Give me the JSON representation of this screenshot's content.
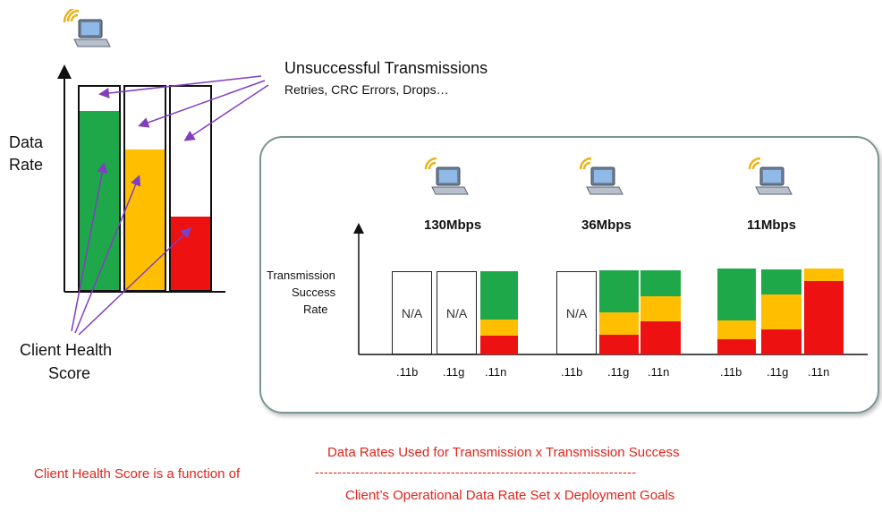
{
  "colors": {
    "green": "#1fa84a",
    "amber": "#ffbf00",
    "red": "#ee1111",
    "annot": "#7f3fbf",
    "text_red": "#e0241b"
  },
  "icons": {
    "laptop": "wireless-laptop-icon"
  },
  "left_chart": {
    "y_label_line1": "Data",
    "y_label_line2": "Rate",
    "bars": [
      {
        "color": "green",
        "fill": 0.88
      },
      {
        "color": "amber",
        "fill": 0.65
      },
      {
        "color": "red",
        "fill": 0.35
      }
    ]
  },
  "unsuccessful": {
    "title": "Unsuccessful Transmissions",
    "subtitle": "Retries, CRC Errors, Drops…"
  },
  "client_health": {
    "line1": "Client Health",
    "line2": "Score"
  },
  "panel": {
    "y_label_line1": "Transmission",
    "y_label_line2": "Success",
    "y_label_line3": "Rate",
    "groups": [
      {
        "rate": "130Mbps",
        "bars": [
          {
            "label": ".11b",
            "na": "N/A"
          },
          {
            "label": ".11g",
            "na": "N/A"
          },
          {
            "label": ".11n",
            "segments": {
              "red": 0.2,
              "amber": 0.18,
              "green": 0.6
            }
          }
        ]
      },
      {
        "rate": "36Mbps",
        "bars": [
          {
            "label": ".11b",
            "na": "N/A"
          },
          {
            "label": ".11g",
            "segments": {
              "red": 0.24,
              "amber": 0.26,
              "green": 0.48
            }
          },
          {
            "label": ".11n",
            "segments": {
              "red": 0.38,
              "amber": 0.3,
              "green": 0.3
            }
          }
        ]
      },
      {
        "rate": "11Mbps",
        "bars": [
          {
            "label": ".11b",
            "segments": {
              "red": 0.18,
              "amber": 0.22,
              "green": 0.6
            }
          },
          {
            "label": ".11g",
            "segments": {
              "red": 0.28,
              "amber": 0.44,
              "green": 0.28
            }
          },
          {
            "label": ".11n",
            "segments": {
              "red": 0.85,
              "amber": 0.15,
              "green": 0.0
            }
          }
        ]
      }
    ]
  },
  "formula": {
    "left": "Client Health  Score is a function of",
    "numerator": "Data Rates  Used  for Transmission  x Transmission  Success",
    "divider": "-----------------------------------------------------------------------",
    "denominator": "Client’s Operational  Data Rate Set x Deployment Goals"
  }
}
